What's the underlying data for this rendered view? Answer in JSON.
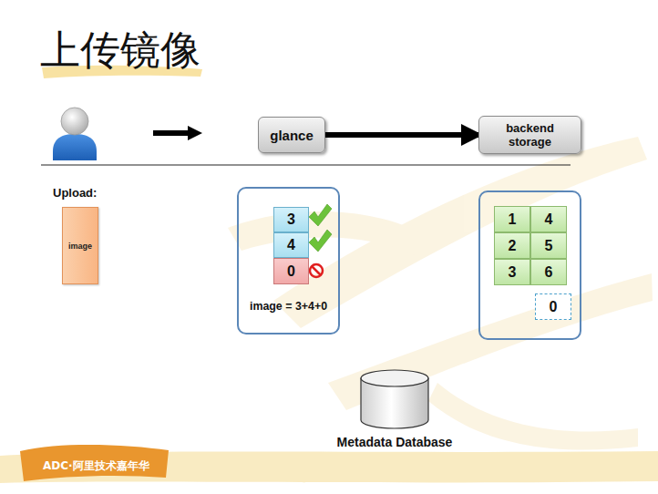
{
  "diagram": {
    "title": "上传镜像",
    "nodes": [
      {
        "text": [
          "glance"
        ]
      },
      {
        "text": [
          "backend storage"
        ]
      },
      {
        "text": [
          "image"
        ]
      },
      {
        "text": [
          "image = 3+4+0"
        ]
      },
      {
        "text": [
          "3"
        ],
        "in": 3
      },
      {
        "text": [
          "4"
        ],
        "in": 3
      },
      {
        "text": [
          "0"
        ],
        "in": 3
      },
      {
        "text": []
      },
      {
        "text": [
          "1"
        ],
        "in": 7
      },
      {
        "text": [
          "4"
        ],
        "in": 7
      },
      {
        "text": [
          "2"
        ],
        "in": 7
      },
      {
        "text": [
          "5"
        ],
        "in": 7
      },
      {
        "text": [
          "3"
        ],
        "in": 7
      },
      {
        "text": [
          "6"
        ],
        "in": 7
      },
      {
        "text": [
          "0"
        ],
        "in": 7
      },
      {
        "text": [
          "Metadata Database"
        ]
      }
    ],
    "edges": [
      {
        "from": 0,
        "to": 1,
        "arrow": "to"
      }
    ],
    "labels": [
      "Upload:",
      "ADC·阿里技术嘉年华"
    ]
  }
}
